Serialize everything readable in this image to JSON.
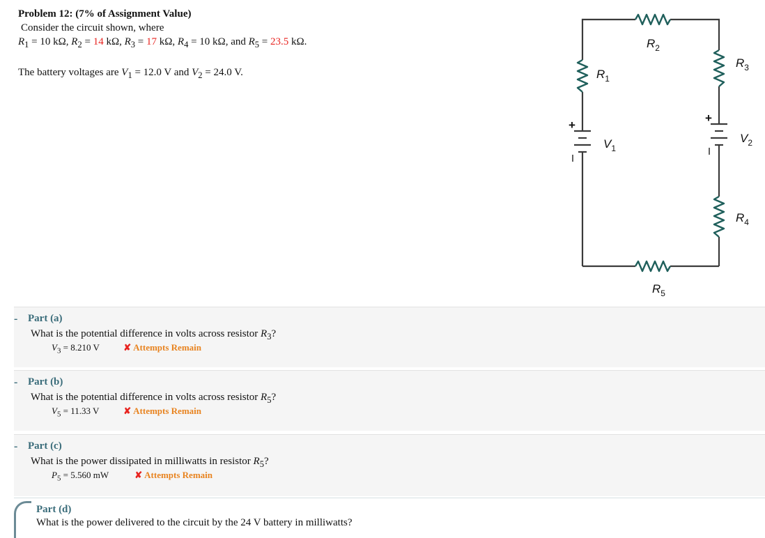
{
  "problem": {
    "title": "Problem 12: (7% of Assignment Value)",
    "intro": "Consider the circuit shown, where",
    "resistors": [
      {
        "sym": "R",
        "sub": "1",
        "value": "10",
        "unit": "kΩ",
        "highlight": false
      },
      {
        "sym": "R",
        "sub": "2",
        "value": "14",
        "unit": "kΩ",
        "highlight": true
      },
      {
        "sym": "R",
        "sub": "3",
        "value": "17",
        "unit": "kΩ",
        "highlight": true
      },
      {
        "sym": "R",
        "sub": "4",
        "value": "10",
        "unit": "kΩ",
        "highlight": false
      },
      {
        "sym": "R",
        "sub": "5",
        "value": "23.5",
        "unit": "kΩ",
        "highlight": true
      }
    ],
    "and_word": "and",
    "battery_text": "The battery voltages are",
    "v1": {
      "sym": "V",
      "sub": "1",
      "value": "12.0 V"
    },
    "v2": {
      "sym": "V",
      "sub": "2",
      "value": "24.0 V"
    }
  },
  "circuit": {
    "labels": {
      "R1": "R",
      "R2": "R",
      "R3": "R",
      "R4": "R",
      "R5": "R",
      "V1": "V",
      "V2": "V"
    },
    "subs": {
      "R1": "1",
      "R2": "2",
      "R3": "3",
      "R4": "4",
      "R5": "5",
      "V1": "1",
      "V2": "2"
    },
    "plus": "+",
    "wire_color": "#3b3b3b",
    "resistor_color": "#1f5f5b"
  },
  "parts": [
    {
      "title": "Part (a)",
      "question": "What is the potential difference in volts across resistor",
      "q_sym": "R",
      "q_sub": "3",
      "q_end": "?",
      "answer_sym": "V",
      "answer_sub": "3",
      "answer_value": "= 8.210 V",
      "status": "Attempts Remain"
    },
    {
      "title": "Part (b)",
      "question": "What is the potential difference in volts across resistor",
      "q_sym": "R",
      "q_sub": "5",
      "q_end": "?",
      "answer_sym": "V",
      "answer_sub": "5",
      "answer_value": "= 11.33 V",
      "status": "Attempts Remain"
    },
    {
      "title": "Part (c)",
      "question": "What is the power dissipated in milliwatts in resistor",
      "q_sym": "R",
      "q_sub": "5",
      "q_end": "?",
      "answer_sym": "P",
      "answer_sub": "5",
      "answer_value": "= 5.560 mW",
      "status": "Attempts Remain"
    },
    {
      "title": "Part (d)",
      "question": "What is the power delivered to the circuit by the 24 V battery in milliwatts?"
    }
  ],
  "colors": {
    "accent": "#3a6c7a",
    "warning": "#e8831f",
    "error": "#e8231f",
    "highlight_value": "#e8231f"
  },
  "icons": {
    "status_icon": "cross-mark-icon",
    "part_toggle": "minus-dash-icon"
  }
}
